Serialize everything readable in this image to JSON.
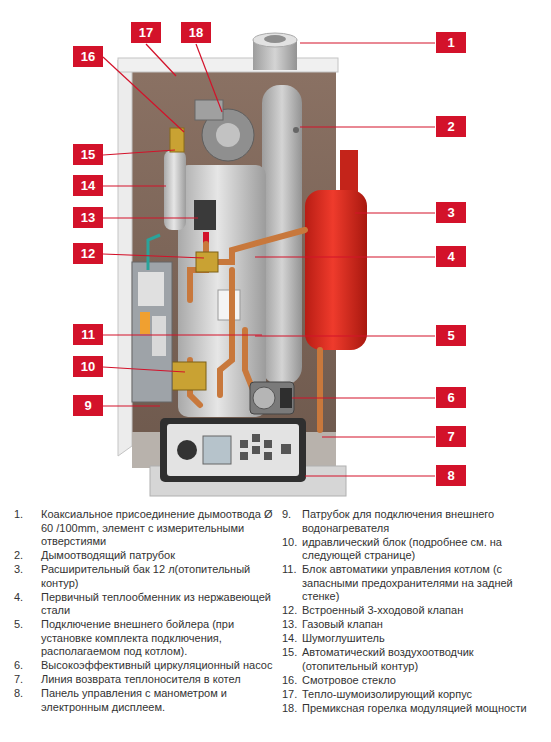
{
  "diagram": {
    "labels": [
      "17",
      "18",
      "1",
      "16",
      "2",
      "15",
      "14",
      "3",
      "13",
      "12",
      "4",
      "11",
      "5",
      "10",
      "6",
      "9",
      "7",
      "8",
      "1.",
      "Коаксиальное присоединение дымоотвода Ø 60 /100mm, элемент с измерительными отверстиями",
      "2.",
      "Дымоотводящий патрубок",
      "3.",
      "Расширительный бак 12 л(отопительный контур)",
      "4.",
      "Первичный теплообменник из нержавеющей стали",
      "5.",
      "Подключение внешнего бойлера (при установке комплекта подключения, располагаемом под котлом).",
      "6.",
      "Высокоэффективный циркуляционный насос",
      "7.",
      "Линия возврата теплоносителя в котел",
      "8.",
      "Панель управления с манометром и электронным дисплеем.",
      "9.",
      "Патрубок для подключения внешнего водонагревателя",
      "10.",
      "идравлический блок (подробнее см. на следующей странице)",
      "11.",
      "Блок автоматики управления котлом (с запасными предохранителями на задней стенке)",
      "12.",
      "Встроенный 3-хходовой клапан",
      "13.",
      "Газовый клапан",
      "14.",
      "Шумоглушитель",
      "15.",
      "Автоматический воздухоотводчик (отопительный контур)",
      "16.",
      "Смотровое стекло",
      "17.",
      "Тепло-шумоизолирующий корпус",
      "18.",
      "Премиксная горелка модуляцией мощности"
    ]
  }
}
